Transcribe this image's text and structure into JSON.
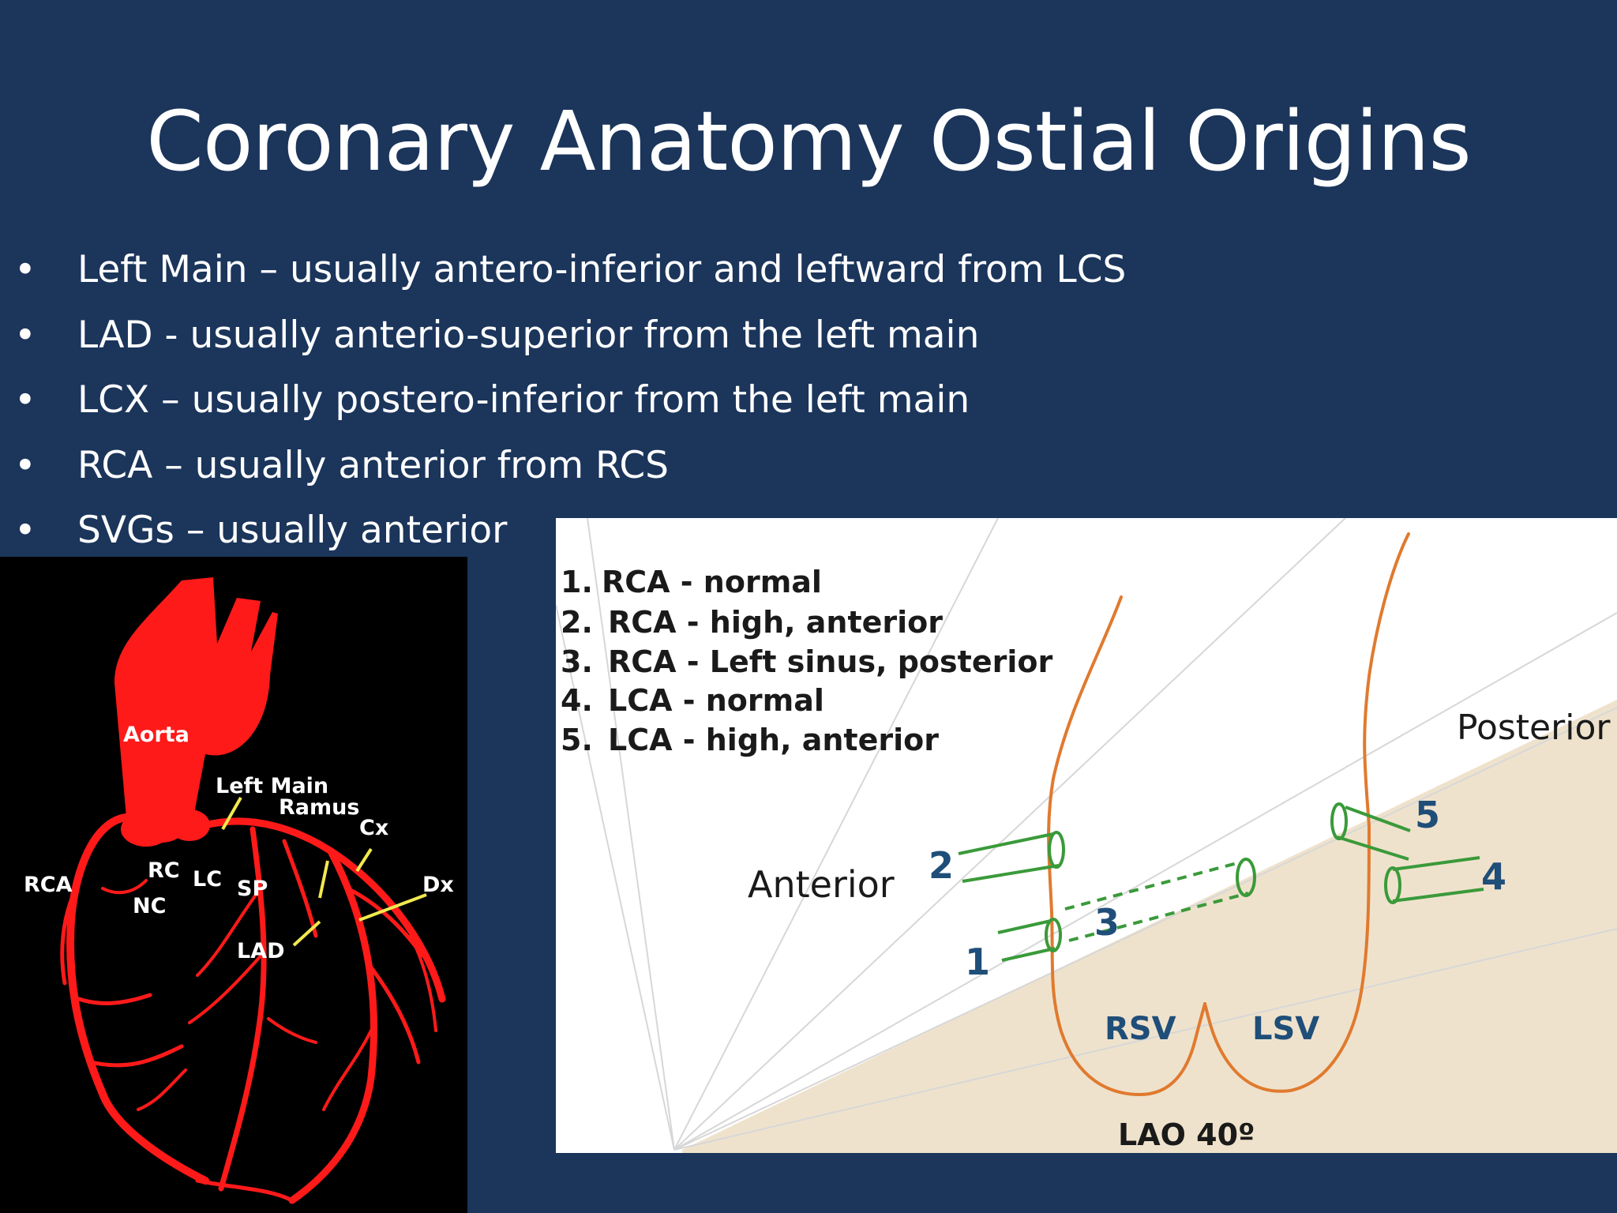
{
  "slide": {
    "title": "Coronary Anatomy Ostial Origins",
    "bullets": [
      {
        "marker": "•",
        "text": "Left Main – usually antero-inferior and leftward from LCS"
      },
      {
        "marker": "•",
        "text": "LAD - usually anterio-superior from the left main"
      },
      {
        "marker": "•",
        "text": "LCX – usually postero-inferior from the left main"
      },
      {
        "marker": "•",
        "text": "RCA – usually anterior from RCS"
      },
      {
        "marker": "•",
        "text": "SVGs – usually anterior"
      }
    ],
    "colors": {
      "background": "#1b355b",
      "text": "#ffffff"
    }
  },
  "heart_image": {
    "labels": {
      "aorta": "Aorta",
      "left_main": "Left Main",
      "ramus": "Ramus",
      "cx": "Cx",
      "rca": "RCA",
      "rc": "RC",
      "lc": "LC",
      "nc": "NC",
      "sp": "SP",
      "dx": "Dx",
      "lad": "LAD"
    },
    "colors": {
      "vessels": "#ff1a1a",
      "background": "#000000",
      "leader_lines": "#f2e94e"
    }
  },
  "ostia_diagram": {
    "legend": [
      {
        "num": "1.",
        "text": "RCA -  normal"
      },
      {
        "num": "2.",
        "text": "RCA - high, anterior"
      },
      {
        "num": "3.",
        "text": "RCA - Left sinus, posterior"
      },
      {
        "num": "4.",
        "text": "LCA - normal"
      },
      {
        "num": "5.",
        "text": "LCA - high, anterior"
      }
    ],
    "labels": {
      "anterior": "Anterior",
      "posterior": "Posterior",
      "rsv": "RSV",
      "lsv": "LSV",
      "view": "LAO 40º"
    },
    "ostium_numbers": [
      "1",
      "2",
      "3",
      "4",
      "5"
    ],
    "colors": {
      "sinus_outline": "#e07a2f",
      "ostium": "#3a9a3a",
      "number": "#1f4e79",
      "posterior_shade": "#efe2cc"
    }
  }
}
